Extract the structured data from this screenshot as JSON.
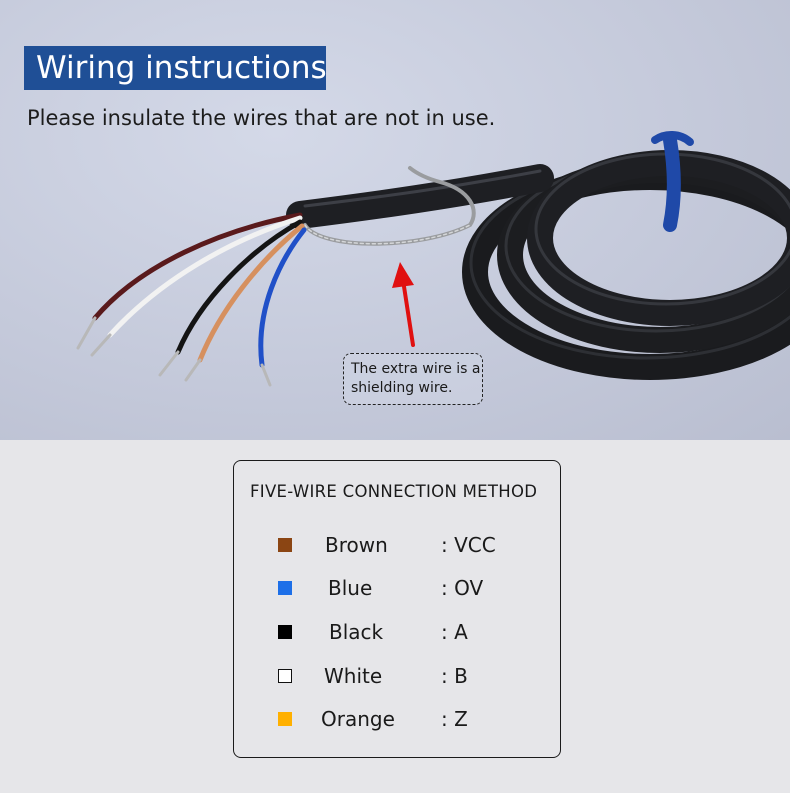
{
  "header": {
    "title": "Wiring instructions",
    "subtitle": "Please insulate the wires that are not in use."
  },
  "photo": {
    "callout_line1": "The extra wire is a",
    "callout_line2": "shielding wire.",
    "background_color": "#c5cadb"
  },
  "legend": {
    "title": "FIVE-WIRE CONNECTION METHOD",
    "items": [
      {
        "color_name": "Brown",
        "signal": ": VCC",
        "swatch": "#8b4513"
      },
      {
        "color_name": "Blue",
        "signal": ": OV",
        "swatch": "#1d6fe8"
      },
      {
        "color_name": "Black",
        "signal": ": A",
        "swatch": "#000000"
      },
      {
        "color_name": "White",
        "signal": ": B",
        "swatch": "#ffffff"
      },
      {
        "color_name": "Orange",
        "signal": ": Z",
        "swatch": "#ffb000"
      }
    ]
  },
  "colors": {
    "title_bg": "#1f4f96",
    "arrow": "#e01010",
    "cable": "#1e1f22",
    "tie": "#1f49a8"
  }
}
